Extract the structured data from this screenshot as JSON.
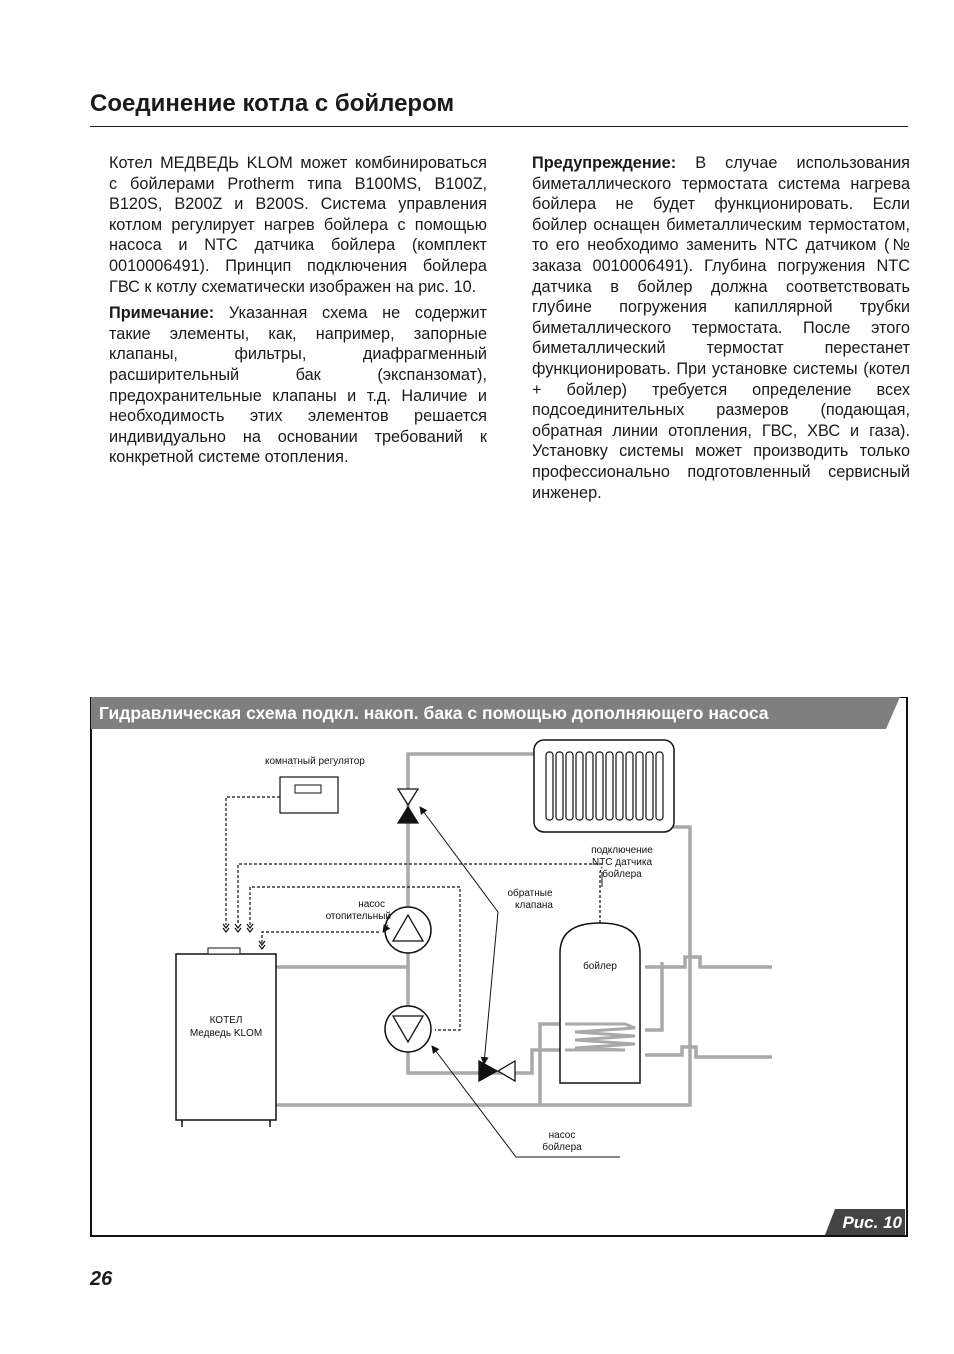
{
  "page": {
    "title": "Соединение котла с бойлером",
    "number": "26"
  },
  "left_column": {
    "p1": "Котел МЕДВЕДЬ KLOM может комбинироваться с бойлерами Protherm типа B100MS, B100Z, B120S, B200Z и B200S. Система управления котлом регулирует нагрев бойлера с помощью насоса и NTC датчика бойлера (комплект 0010006491). Принцип подключения бойлера ГВС к котлу схематически изображен на рис. 10.",
    "note_label": "Примечание:",
    "note_text": " Указанная схема не содержит такие элементы, как, например, запорные клапаны, фильтры, диафрагменный расширительный бак (экспанзомат), предохранительные клапаны и т.д. Наличие и необходимость этих элементов решается индивидуально на основании требований к конкретной системе отопления."
  },
  "right_column": {
    "warn_label": "Предупреждение:",
    "warn_text": " В случае использования биметаллического термостата система нагрева бойлера не будет функционировать. Если бойлер оснащен биметаллическим термостатом, то его необходимо заменить NTC датчиком (№ заказа 0010006491). Глубина погружения NTC датчика в бойлер должна соответствовать глубине погружения капиллярной трубки биметаллического термостата. После этого биметаллический термостат перестанет функционировать. При установке системы (котел + бойлер) требуется определение всех подсоединительных размеров (подающая, обратная линии отопления, ГВС, ХВС и газа). Установку системы может производить только профессионально подготовленный сервисный инженер."
  },
  "figure": {
    "header": "Гидравлическая схема подкл. накоп. бака с помощью дополняющего насоса",
    "caption": "Рис. 10",
    "labels": {
      "room_regulator": "комнатный регулятор",
      "ntc_1": "подключение",
      "ntc_2": "NTC датчика",
      "ntc_3": "бойлера",
      "check_1": "обратные",
      "check_2": "клапана",
      "heat_pump_1": "насос",
      "heat_pump_2": "отопительный",
      "boiler_tank": "бойлер",
      "kotel_1": "КОТЕЛ",
      "kotel_2": "Медведь KLOM",
      "boiler_pump_1": "насос",
      "boiler_pump_2": "бойлера"
    },
    "colors": {
      "pipe": "#a9a9a9",
      "header_bg": "#7f7f7f",
      "ink": "#111111"
    }
  }
}
